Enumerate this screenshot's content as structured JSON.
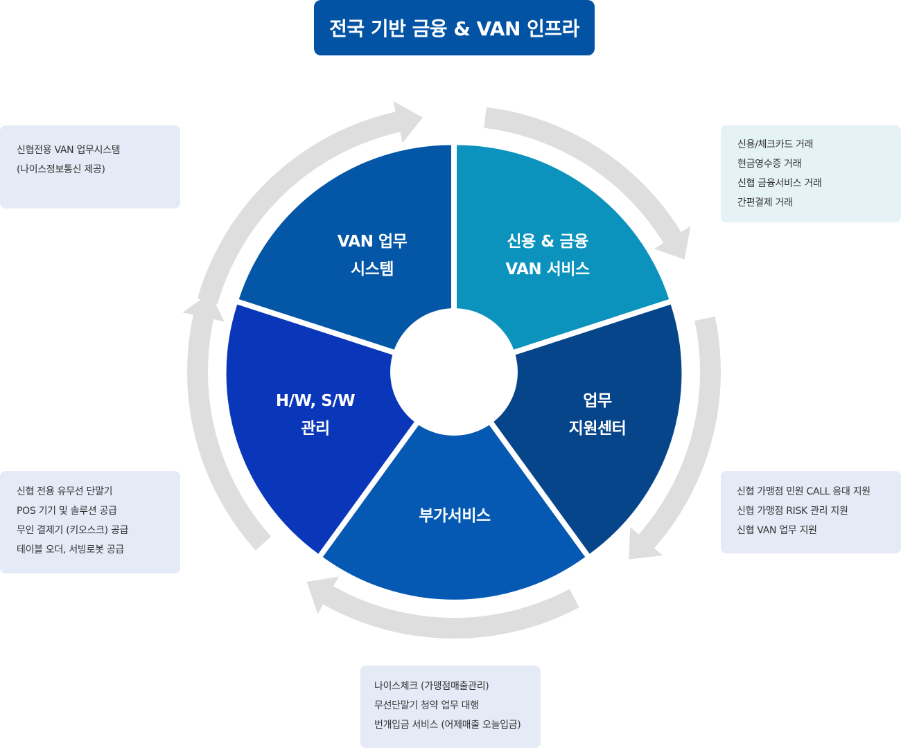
{
  "title": "전국 기반 금융 & VAN 인프라",
  "segments": [
    {
      "id": "van-system",
      "line1": "VAN 업무",
      "line2": "시스템",
      "color": "#0457a6"
    },
    {
      "id": "credit-finance",
      "line1": "신용 & 금융",
      "line2": "VAN 서비스",
      "color": "#0b93bd"
    },
    {
      "id": "support-center",
      "line1": "업무",
      "line2": "지원센터",
      "color": "#06458a"
    },
    {
      "id": "value-added",
      "line1": "부가서비스",
      "line2": "",
      "color": "#0559b3"
    },
    {
      "id": "hw-sw",
      "line1": "H/W, S/W",
      "line2": "관리",
      "color": "#0a37b9"
    }
  ],
  "notes": {
    "van_system": [
      "신협전용 VAN 업무시스템",
      "(나이스정보통신 제공)"
    ],
    "credit_finance": [
      "신용/체크카드 거래",
      "현금영수증 거래",
      "신협 금융서비스 거래",
      "간편결제 거래"
    ],
    "hw_sw": [
      "신협 전용 유무선 단말기",
      "POS 기기 및 솔루션 공급",
      "무인 결제기 (키오스크) 공급",
      "테이블 오더, 서빙로봇 공급"
    ],
    "support_center": [
      "신협 가맹점 민원 CALL 응대 지원",
      "신협 가맹점 RISK 관리 지원",
      "신협 VAN 업무 지원"
    ],
    "value_added": [
      "나이스체크 (가맹점매출관리)",
      "무선단말기 청약 업무 대행",
      "번개입금 서비스 (어제매출 오늘입금)"
    ]
  },
  "colors": {
    "title_bg": "#0353a4",
    "arrow": "#dedede",
    "note_blue": "#e4ebf6",
    "note_teal": "#e5f2f6"
  }
}
